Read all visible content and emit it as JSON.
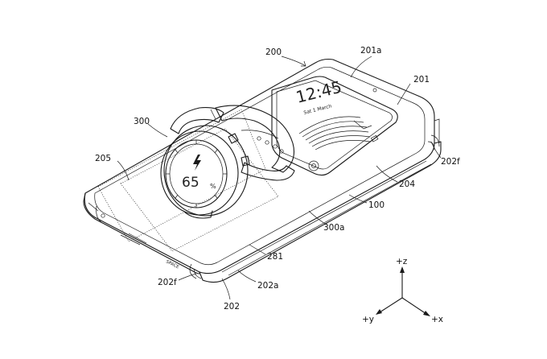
{
  "reference_labels": {
    "device_cover": "200",
    "cover_window": "201a",
    "cover_front": "201",
    "flip_side_right": "202f",
    "display_area": "204",
    "cover_panel": "205",
    "smartwatch": "300",
    "electronic_device": "100",
    "watch_contact": "300a",
    "charging_area": "281",
    "flip_side_left": "202f",
    "cover_edge": "202a",
    "cover_bottom": "202"
  },
  "phone_screen": {
    "clock": "12:45",
    "date": "Sat 1 March"
  },
  "watch_screen": {
    "battery_value": "65",
    "battery_unit": "%"
  },
  "phone_bottom_text": "SPACE",
  "axes": {
    "z": "+z",
    "y": "+y",
    "x": "+x"
  }
}
